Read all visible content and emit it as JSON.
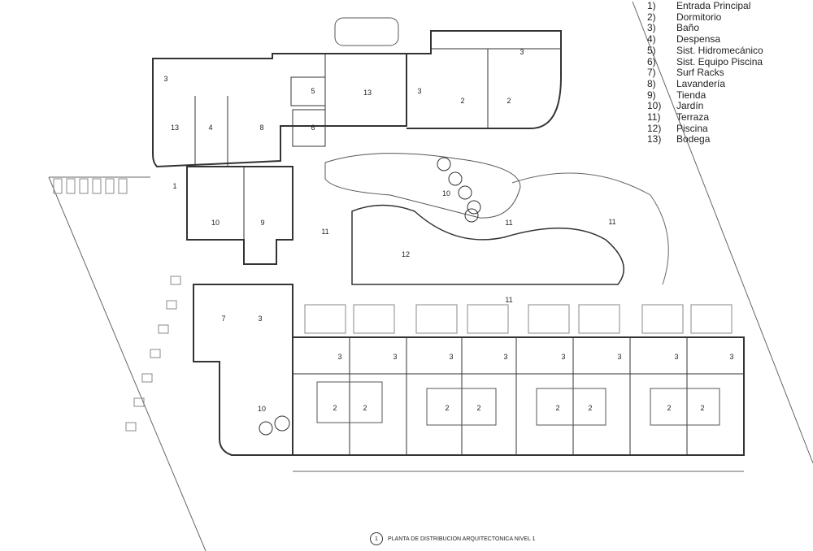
{
  "legend": [
    {
      "num": "1)",
      "label": "Entrada Principal"
    },
    {
      "num": "2)",
      "label": "Dormitorio"
    },
    {
      "num": "3)",
      "label": "Baño"
    },
    {
      "num": "4)",
      "label": "Despensa"
    },
    {
      "num": "5)",
      "label": "Sist. Hidromecánico"
    },
    {
      "num": "6)",
      "label": "Sist. Equipo Piscina"
    },
    {
      "num": "7)",
      "label": "Surf Racks"
    },
    {
      "num": "8)",
      "label": "Lavandería"
    },
    {
      "num": "9)",
      "label": "Tienda"
    },
    {
      "num": "10)",
      "label": "Jardín"
    },
    {
      "num": "11)",
      "label": "Terraza"
    },
    {
      "num": "12)",
      "label": "Piscina"
    },
    {
      "num": "13)",
      "label": "Bodega"
    }
  ],
  "caption": {
    "number": "1",
    "title": "PLANTA DE DISTRIBUCION ARQUITECTONICA NIVEL 1"
  },
  "room_labels": {
    "r1": "1",
    "r2": "2",
    "r3": "3",
    "r4": "4",
    "r5": "5",
    "r6": "6",
    "r7": "7",
    "r8": "8",
    "r9": "9",
    "r10": "10",
    "r11": "11",
    "r12": "12",
    "r13": "13"
  }
}
